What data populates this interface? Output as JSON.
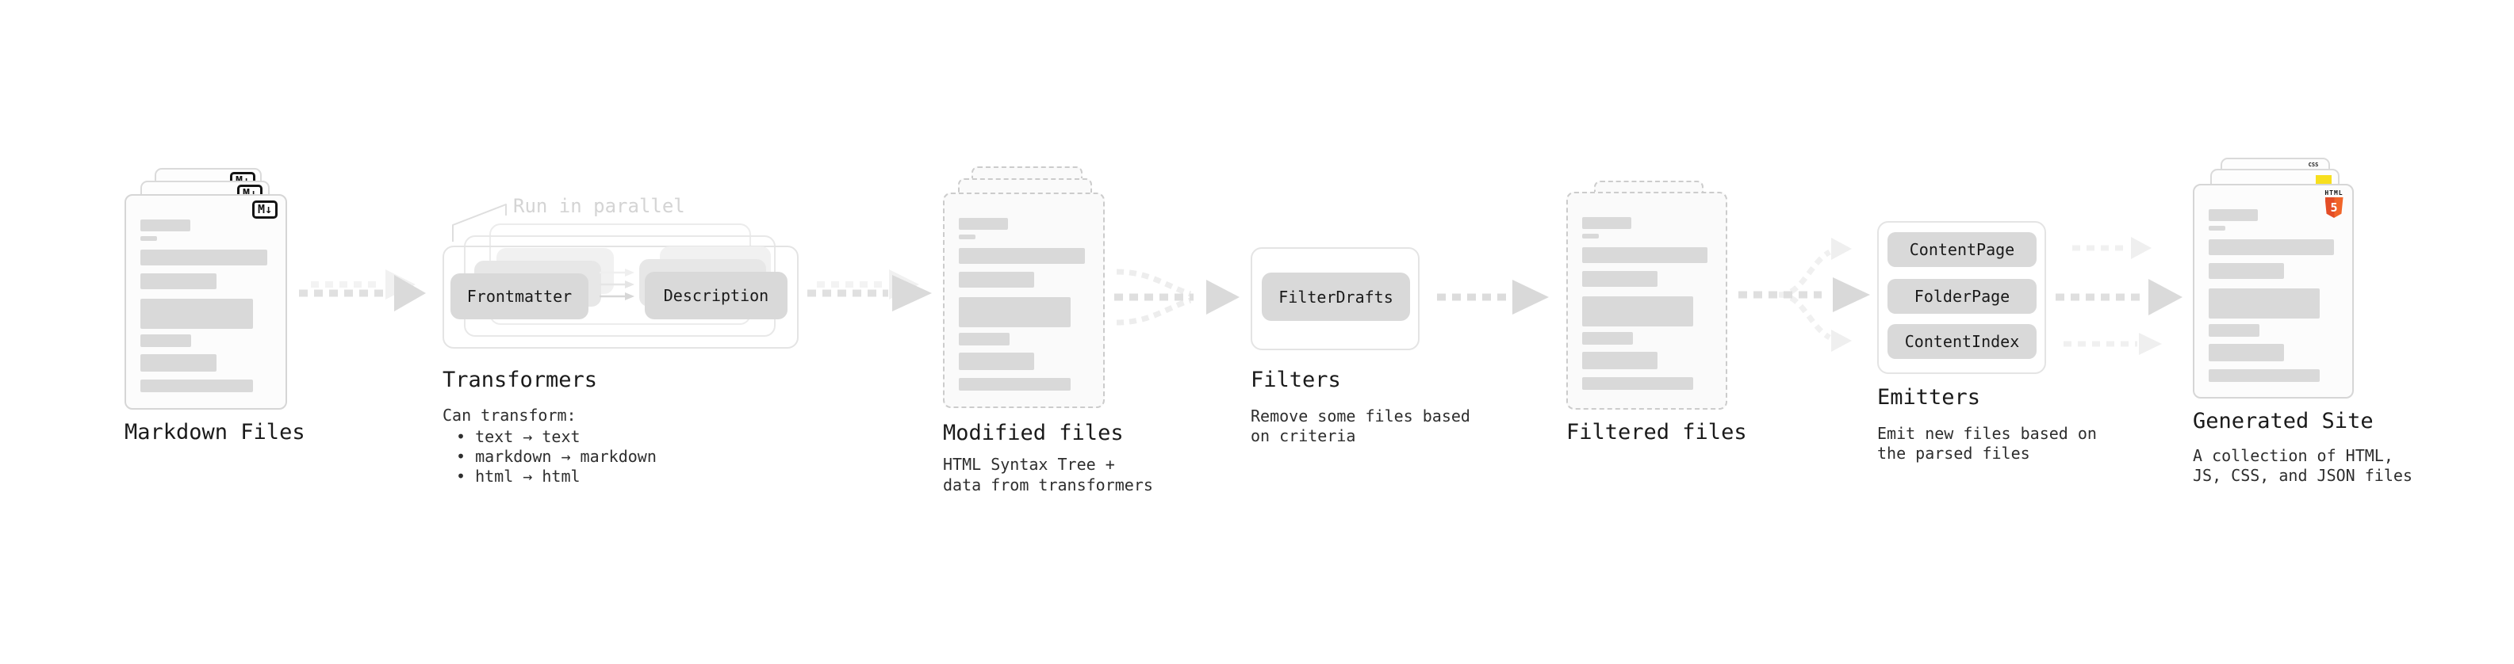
{
  "colors": {
    "bar_gray": "#d9d9d9",
    "arrow_gray": "#dadada",
    "arrow_faint": "#efefef",
    "html5_orange": "#e44d26",
    "html5_orange_light": "#f16529",
    "js_yellow": "#f7df1e",
    "css_blue": "#2965f1"
  },
  "doc_bars": [
    [
      30,
      38,
      15
    ],
    [
      51,
      13,
      6
    ],
    [
      68,
      97,
      20
    ],
    [
      98,
      58,
      20
    ],
    [
      130,
      86,
      38
    ],
    [
      175,
      39,
      16
    ],
    [
      200,
      58,
      22
    ],
    [
      232,
      86,
      16
    ]
  ],
  "markdown_files": {
    "label": "Markdown Files",
    "badge": "M↓"
  },
  "transformers": {
    "note": "Run in parallel",
    "frontmatter": "Frontmatter",
    "description": "Description",
    "label": "Transformers",
    "desc_heading": "Can transform:",
    "bullets": [
      "• text → text",
      "• markdown → markdown",
      "• html → html"
    ]
  },
  "modified_files": {
    "label": "Modified files",
    "desc1": "HTML Syntax Tree +",
    "desc2": "data from transformers"
  },
  "filters": {
    "label": "Filters",
    "button": "FilterDrafts",
    "desc1": "Remove some files based",
    "desc2": "on criteria"
  },
  "filtered_files": {
    "label": "Filtered files"
  },
  "emitters": {
    "label": "Emitters",
    "buttons": [
      "ContentPage",
      "FolderPage",
      "ContentIndex"
    ],
    "desc1": "Emit new files based on",
    "desc2": "the parsed files"
  },
  "generated_site": {
    "label": "Generated Site",
    "desc1": "A collection of HTML,",
    "desc2": "JS, CSS, and JSON files",
    "css_badge": "CSS",
    "html_badge": "HTML",
    "html_number": "5"
  }
}
